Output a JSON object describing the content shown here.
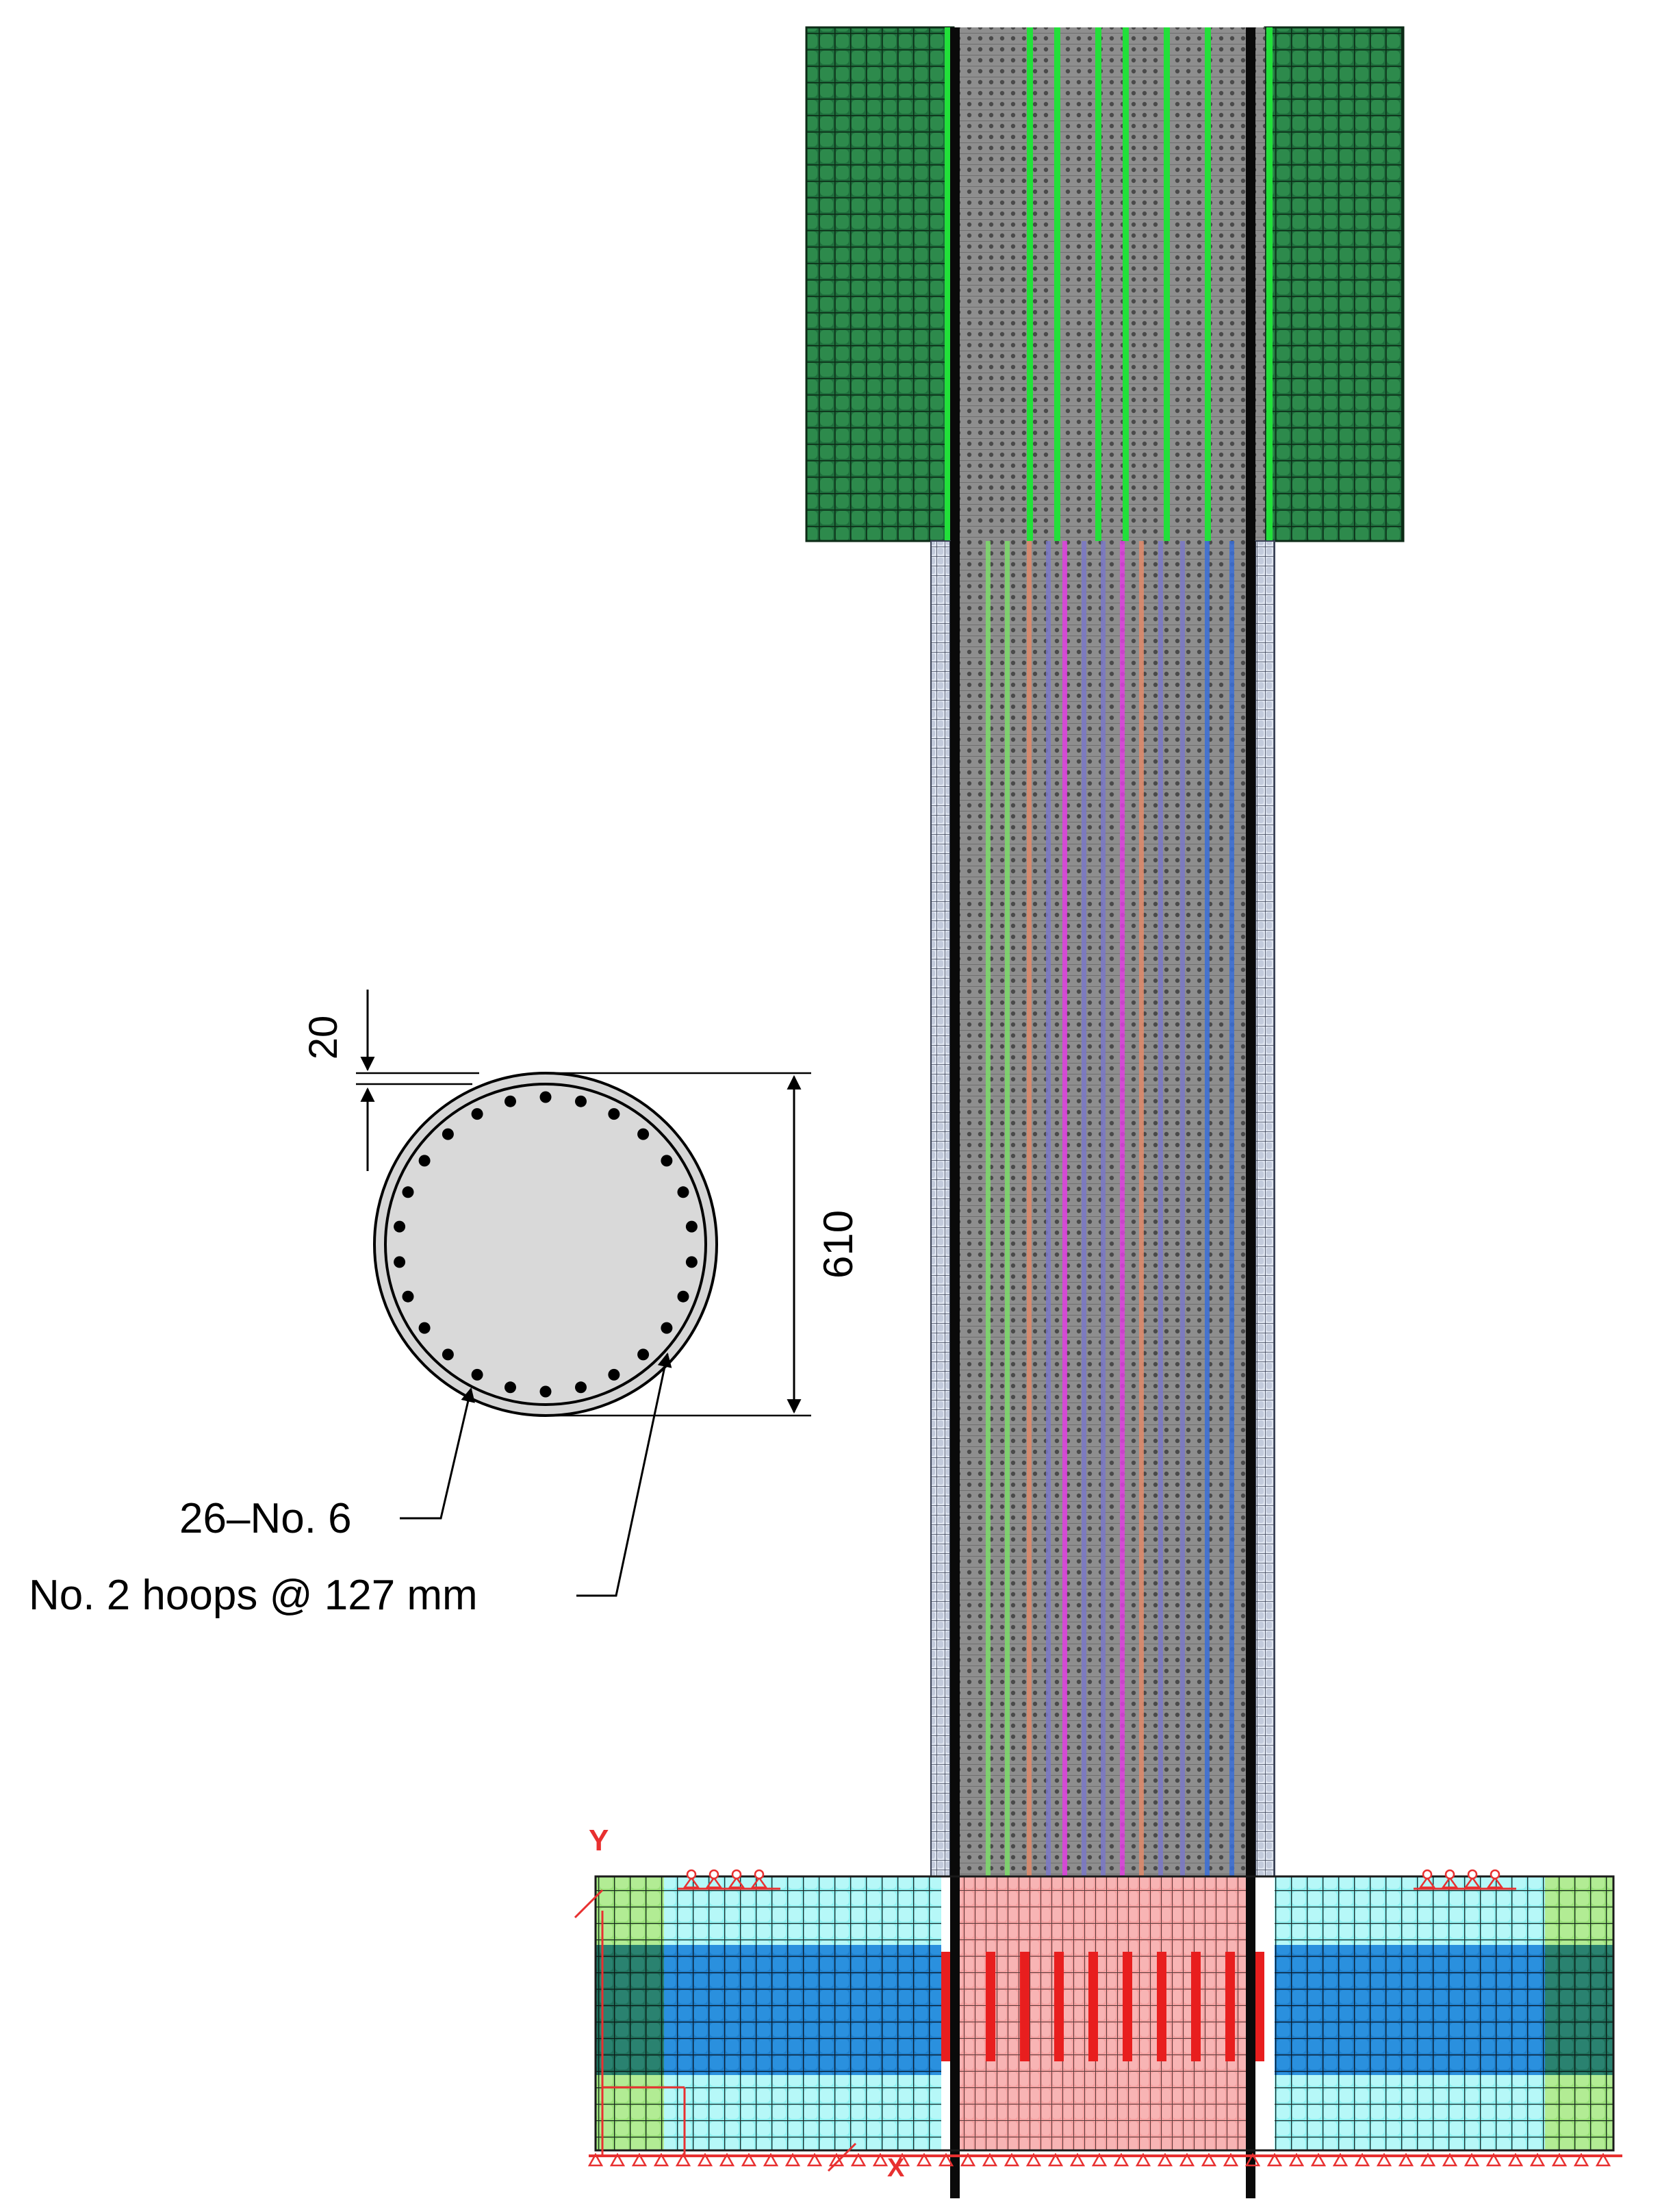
{
  "section": {
    "cover_label": "20",
    "diameter_label": "610",
    "longitudinal_bars_label": "26–No. 6",
    "hoops_label": "No. 2 hoops @ 127 mm",
    "bar_count": 26
  },
  "axes": {
    "y_label": "Y",
    "x_label": "X"
  },
  "colors": {
    "cap": "#1e6e3c",
    "cap_light": "#2f8a4a",
    "rebar_bright": "#22e03a",
    "column_shell": "#cfd6e6",
    "steel_tube": "#0a0a0a",
    "core_grey": "#8a8a8a",
    "line_green": "#7ddc6a",
    "line_salmon": "#e08a6a",
    "line_magenta": "#e040e0",
    "line_purple": "#7a78c8",
    "line_blue": "#3a6ed8",
    "foot_cyan": "#8ff0f0",
    "foot_blue": "#1e7fcc",
    "foot_teal": "#1e6e5a",
    "foot_lightgreen": "#9ae07a",
    "foot_red": "#e81e1e",
    "foot_pink": "#f4a0a0",
    "support_red": "#e83030",
    "section_fill": "#d9d9d9"
  }
}
